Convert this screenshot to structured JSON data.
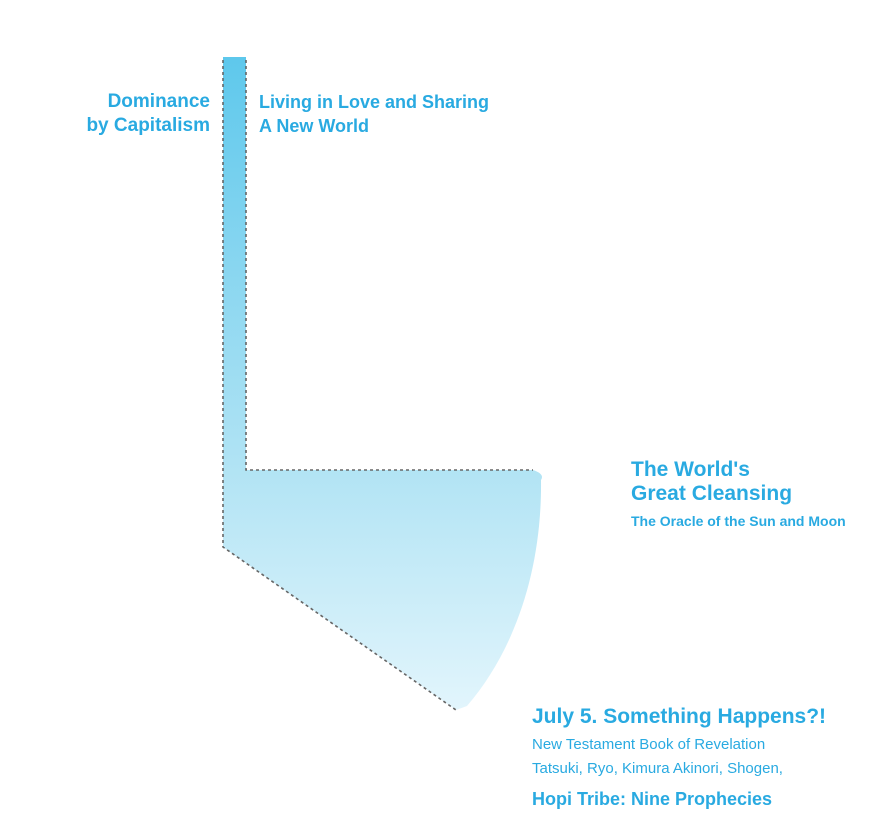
{
  "colors": {
    "accent": "#29aae1",
    "bar_top": "#5ec8ec",
    "bar_bottom": "#e2f5fc",
    "dotted_line": "#666666"
  },
  "left_label": {
    "line1": "Dominance",
    "line2": "by Capitalism"
  },
  "right_label": {
    "line1": "Living in Love and Sharing",
    "line2": "A New World"
  },
  "cleansing": {
    "title_line1": "The World's",
    "title_line2": "Great Cleansing",
    "subtitle": "The Oracle of the Sun and Moon"
  },
  "july": {
    "title": "July 5. Something Happens?!",
    "line1": "New Testament Book of Revelation",
    "line2": "Tatsuki, Ryo, Kimura Akinori, Shogen,",
    "hopi": "Hopi Tribe: Nine Prophecies"
  }
}
